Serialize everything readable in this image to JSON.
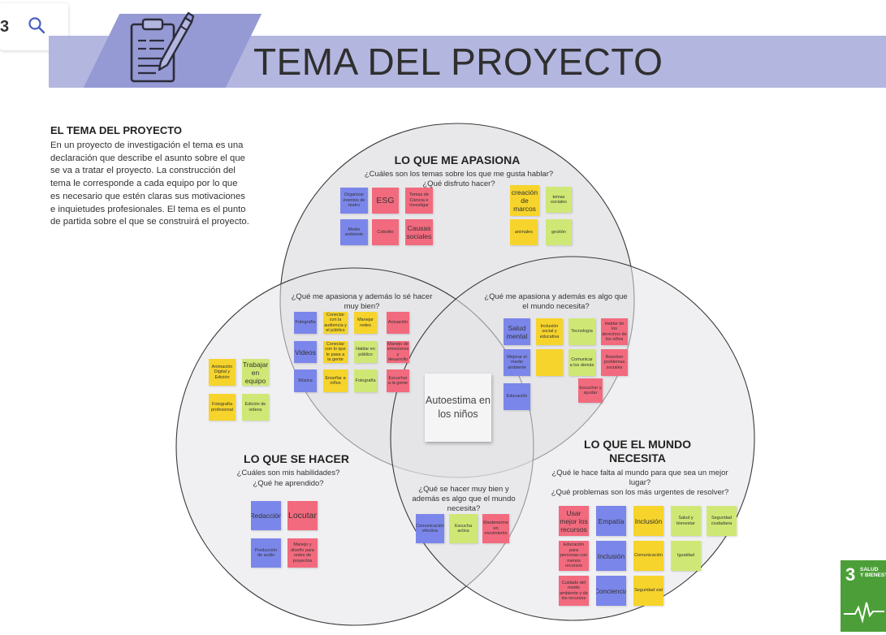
{
  "toolbar": {
    "left_glyph": "3",
    "search_icon": "search-icon"
  },
  "header": {
    "title": "TEMA DEL PROYECTO",
    "icon": "clipboard-pen-icon"
  },
  "intro": {
    "title": "EL TEMA DEL PROYECTO",
    "body": "En un proyecto de investigación el tema es una declaración que describe el asunto sobre el que se va a tratar el proyecto. La construcción del tema le corresponde a cada equipo por lo que es necesario que estén claras sus motivaciones e inquietudes profesionales. El tema es el punto de partida sobre el que se construirá el proyecto."
  },
  "colors": {
    "banner": "#b3b6df",
    "banner_accent": "#9599d4",
    "circle_fill": "#e4e4e8",
    "yellow": "#f6d42b",
    "pink": "#f26a7e",
    "blue": "#7b86ea",
    "green": "#cfe875"
  },
  "sections": {
    "passion": {
      "title": "LO QUE ME APASIONA",
      "q1": "¿Cuáles son los temas sobre los que me gusta hablar?",
      "q2": "¿Qué disfruto hacer?"
    },
    "skills": {
      "title": "LO QUE SE HACER",
      "q1": "¿Cuáles son mis habilidades?",
      "q2": "¿Qué he aprendido?"
    },
    "world": {
      "title1": "LO QUE EL MUNDO",
      "title2": "NECESITA",
      "q1": "¿Qué le hace falta al mundo para que sea un mejor",
      "q2": "lugar?",
      "q3": "¿Qué problemas son los más urgentes de resolver?"
    },
    "passion_skills": {
      "q1": "¿Qué me apasiona y además lo sé hacer",
      "q2": "muy bien?"
    },
    "passion_world": {
      "q1": "¿Qué me apasiona y además es algo que",
      "q2": "el mundo necesita?"
    },
    "skills_world": {
      "q1": "¿Qué se hacer muy bien y",
      "q2": "además es algo que el mundo",
      "q3": "necesita?"
    }
  },
  "center": {
    "label": "Autoestima en los niños"
  },
  "notes": {
    "passion": [
      "Organizar eventos de teatro",
      "ESG",
      "Temas de Ciencia e Investigar",
      "creación de marcos",
      "temas sociales",
      "Medio ambiente",
      "Cobolito",
      "Causas sociales",
      "animales",
      "gestión"
    ],
    "passion_skills": [
      "Fotografía",
      "Conectar con la audiencia y el público",
      "Manejar redes",
      "Actuación",
      "Videos",
      "Conectar con lo que le pasa a la gente",
      "Hablar en público",
      "Manejo de emociones y desarrollo",
      "Música",
      "Enseñar a niños",
      "Fotografía",
      "Escuchar a la gente"
    ],
    "passion_world": [
      "Salud mental",
      "Inclusión social y educativa",
      "Tecnología",
      "Hablar de los derechos de los niños",
      "Resolver problemas sociales",
      "Mejorar el medio ambiente",
      "",
      "Comunicar a los demás",
      "Educación",
      "Escuchar y ayudar"
    ],
    "skills": [
      "Animación Digital y Edición",
      "Trabajar en equipo",
      "Fotografía profesional",
      "Edición de videos",
      "Redacción",
      "Locutar",
      "Producción de audio",
      "Manejo y diseño para redes de proyectos"
    ],
    "skills_world": [
      "Comunicación efectiva",
      "Escucha activa",
      "Mantenerme en movimiento"
    ],
    "world": [
      "Usar mejor los recursos",
      "Empatía",
      "Inclusión",
      "Salud y bienestar",
      "Seguridad ciudadana",
      "Educación para personas con menos recursos",
      "Inclusión",
      "Comunicación",
      "Igualdad",
      "Cuidado del medio ambiente y de los recursos",
      "Conciencia",
      "Seguridad vial"
    ]
  },
  "sdg": {
    "number": "3",
    "label": "SALUD\nY BIENESTAR"
  }
}
